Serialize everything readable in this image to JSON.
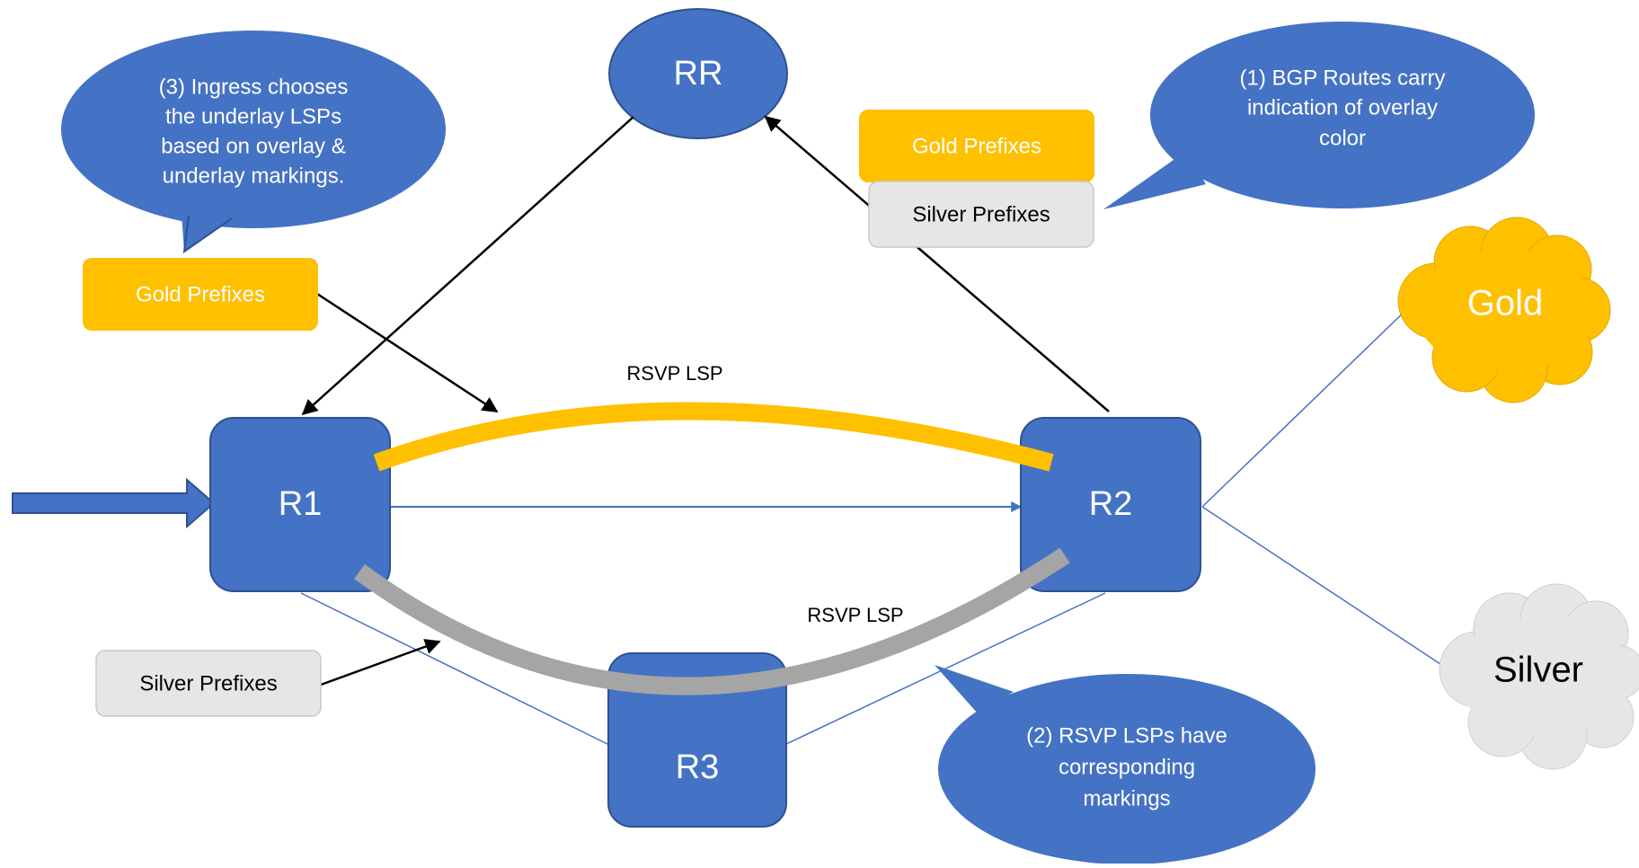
{
  "routers": {
    "rr": "RR",
    "r1": "R1",
    "r2": "R2",
    "r3": "R3"
  },
  "clouds": {
    "gold": "Gold",
    "silver": "Silver"
  },
  "prefix_boxes": {
    "gold_top": "Gold Prefixes",
    "silver_top": "Silver Prefixes",
    "gold_left": "Gold Prefixes",
    "silver_left": "Silver Prefixes"
  },
  "lsp_labels": {
    "top": "RSVP LSP",
    "bottom": "RSVP LSP"
  },
  "callouts": {
    "ingress": [
      "(3) Ingress chooses",
      "the underlay LSPs",
      "based on overlay &",
      "underlay markings."
    ],
    "bgp": [
      "(1) BGP Routes carry",
      "indication of overlay",
      "color"
    ],
    "rsvp": [
      "(2) RSVP LSPs have",
      "corresponding",
      "markings"
    ]
  },
  "colors": {
    "node_blue": "#4472C4",
    "node_border": "#2F528F",
    "gold": "#FFC000",
    "silver_lsp": "#A5A5A5",
    "silver_fill": "#E7E6E6",
    "link_blue": "#4472C4"
  }
}
